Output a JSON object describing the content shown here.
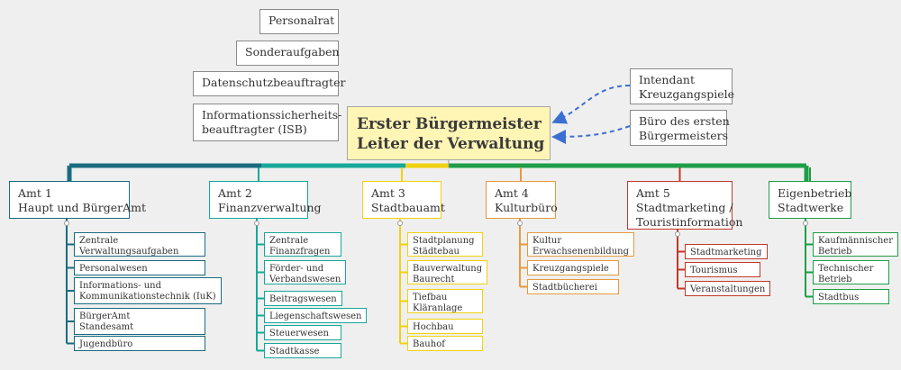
{
  "top_staff": [
    {
      "id": "personalrat",
      "lines": [
        "Personalrat"
      ]
    },
    {
      "id": "sonderaufgaben",
      "lines": [
        "Sonderaufgaben"
      ]
    },
    {
      "id": "datenschutz",
      "lines": [
        "Datenschutzbeauftragter"
      ]
    },
    {
      "id": "isb",
      "lines": [
        "Informationssicherheits-",
        "beauftragter (ISB)"
      ]
    }
  ],
  "center": {
    "line1": "Erster Bürgermeister",
    "line2": "Leiter der Verwaltung"
  },
  "right_staff": [
    {
      "id": "intendant",
      "lines": [
        "Intendant",
        "Kreuzgangspiele"
      ]
    },
    {
      "id": "buero-bm",
      "lines": [
        "Büro des ersten",
        "Bürgermeisters"
      ]
    }
  ],
  "colors": {
    "amt1": "#1a6b80",
    "amt2": "#16a89a",
    "amt3": "#f1d20f",
    "amt4": "#e79a3c",
    "amt5": "#c0392b",
    "eigenbetrieb": "#1e9e48",
    "dashed_arrow": "#3b6fd1"
  },
  "amter": [
    {
      "id": "amt1",
      "color_key": "amt1",
      "lines": [
        "Amt 1",
        "Haupt und BürgerAmt"
      ],
      "subs": [
        [
          "Zentrale",
          "Verwaltungsaufgaben"
        ],
        [
          "Personalwesen"
        ],
        [
          "Informations- und",
          "Kommunikationstechnik (IuK)"
        ],
        [
          "BürgerAmt",
          "Standesamt"
        ],
        [
          "Jugendbüro"
        ]
      ]
    },
    {
      "id": "amt2",
      "color_key": "amt2",
      "lines": [
        "Amt 2",
        "Finanzverwaltung"
      ],
      "subs": [
        [
          "Zentrale",
          "Finanzfragen"
        ],
        [
          "Förder- und",
          "Verbandswesen"
        ],
        [
          "Beitragswesen"
        ],
        [
          "Liegenschaftswesen"
        ],
        [
          "Steuerwesen"
        ],
        [
          "Stadtkasse"
        ]
      ]
    },
    {
      "id": "amt3",
      "color_key": "amt3",
      "lines": [
        "Amt 3",
        "Stadtbauamt"
      ],
      "subs": [
        [
          "Stadtplanung",
          "Städtebau"
        ],
        [
          "Bauverwaltung",
          "Baurecht"
        ],
        [
          "Tiefbau",
          "Kläranlage"
        ],
        [
          "Hochbau"
        ],
        [
          "Bauhof"
        ]
      ]
    },
    {
      "id": "amt4",
      "color_key": "amt4",
      "lines": [
        "Amt 4",
        "Kulturbüro"
      ],
      "subs": [
        [
          "Kultur",
          "Erwachsenenbildung"
        ],
        [
          "Kreuzgangspiele"
        ],
        [
          "Stadtbücherei"
        ]
      ]
    },
    {
      "id": "amt5",
      "color_key": "amt5",
      "lines": [
        "Amt 5",
        "Stadtmarketing /",
        "Touristinformation"
      ],
      "subs": [
        [
          "Stadtmarketing"
        ],
        [
          "Tourismus"
        ],
        [
          "Veranstaltungen"
        ]
      ]
    },
    {
      "id": "eigenbetrieb",
      "color_key": "eigenbetrieb",
      "lines": [
        "Eigenbetrieb",
        "Stadtwerke"
      ],
      "subs": [
        [
          "Kaufmännischer",
          "Betrieb"
        ],
        [
          "Technischer",
          "Betrieb"
        ],
        [
          "Stadtbus"
        ]
      ]
    }
  ]
}
